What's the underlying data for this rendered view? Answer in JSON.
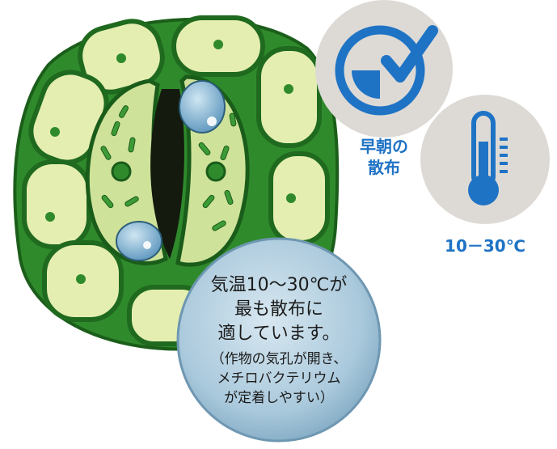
{
  "labels": {
    "early_morning": [
      "早朝の",
      "散布"
    ],
    "temperature": "10－30℃"
  },
  "bubble": {
    "main": [
      "気温10～30℃が",
      "最も散布に",
      "適しています。"
    ],
    "note": [
      "（作物の気孔が開き、",
      "メチロバクテリウム",
      "が定着しやすい）"
    ]
  },
  "icons": {
    "clock": "clock-check-icon",
    "thermometer": "thermometer-icon"
  },
  "colors": {
    "accent": "#1f73c4",
    "cell_green": "#2e8b2e",
    "cell_fill": "#e4eeb0",
    "circle_gray": "#dddad6",
    "bubble": "#a9c9dc"
  }
}
